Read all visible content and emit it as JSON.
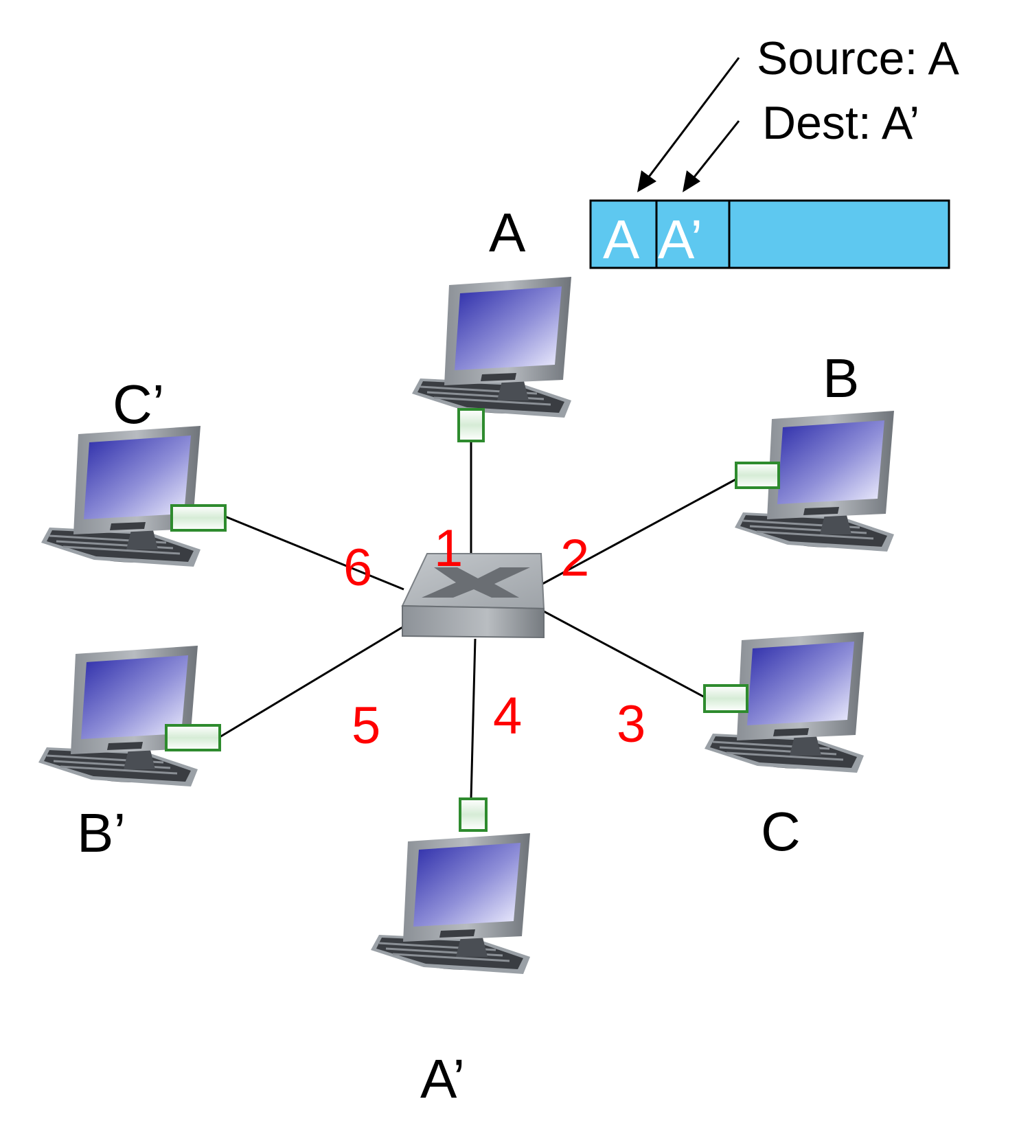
{
  "colors": {
    "link": "#000000",
    "port_label": "#ff0000",
    "frame_fill": "#5ec8f0",
    "adapter": "#2e8b2e",
    "switch_body": "#a9adb2"
  },
  "hosts": [
    {
      "id": "A",
      "label": "A",
      "icon": "computer-icon"
    },
    {
      "id": "B",
      "label": "B",
      "icon": "computer-icon"
    },
    {
      "id": "C",
      "label": "C",
      "icon": "computer-icon"
    },
    {
      "id": "A2",
      "label": "A’",
      "icon": "computer-icon"
    },
    {
      "id": "B2",
      "label": "B’",
      "icon": "computer-icon"
    },
    {
      "id": "C2",
      "label": "C’",
      "icon": "computer-icon"
    }
  ],
  "switch": {
    "icon": "switch-icon"
  },
  "ports": [
    "1",
    "2",
    "3",
    "4",
    "5",
    "6"
  ],
  "frame": {
    "source_field": "A",
    "dest_field": "A’",
    "source_annotation": "Source: A",
    "dest_annotation": "Dest: A’"
  }
}
